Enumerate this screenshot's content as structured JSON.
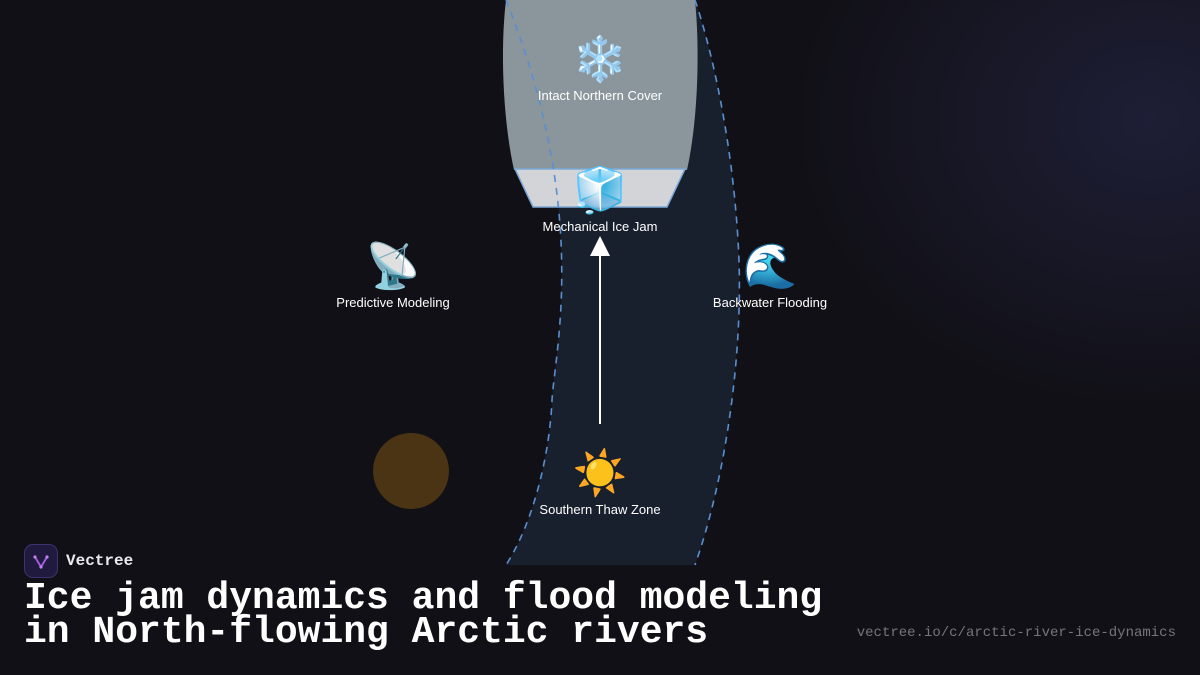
{
  "diagram": {
    "nodes": [
      {
        "id": "intact",
        "icon": "snowflake-icon",
        "emoji": "❄️",
        "label": "Intact Northern Cover"
      },
      {
        "id": "jam",
        "icon": "ice-cube-icon",
        "emoji": "🧊",
        "label": "Mechanical Ice Jam"
      },
      {
        "id": "modeling",
        "icon": "satellite-dish-icon",
        "emoji": "📡",
        "label": "Predictive Modeling"
      },
      {
        "id": "flooding",
        "icon": "water-wave-icon",
        "emoji": "🌊",
        "label": "Backwater Flooding"
      },
      {
        "id": "thaw",
        "icon": "sun-icon",
        "emoji": "☀️",
        "label": "Southern Thaw Zone"
      }
    ],
    "colors": {
      "ice_cover": "#8a969c",
      "jam_block": "#d2d4d8",
      "river": "#18202d",
      "river_edge": "#5a8fd0",
      "sun_glow": "#4a3413",
      "arrow": "#ffffff"
    }
  },
  "brand": {
    "name": "Vectree",
    "logo_icon": "vectree-logo-icon"
  },
  "title": "Ice jam dynamics and flood modeling in North-flowing Arctic rivers",
  "url": "vectree.io/c/arctic-river-ice-dynamics"
}
